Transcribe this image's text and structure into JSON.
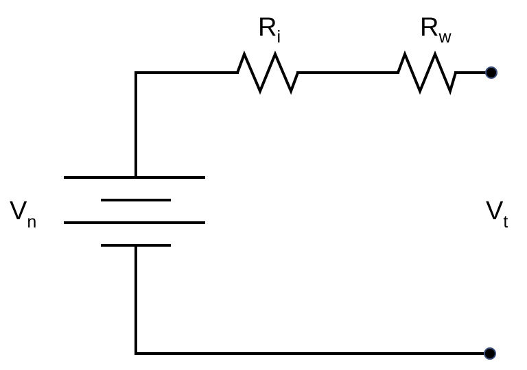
{
  "labels": {
    "internal_resistance": {
      "main": "R",
      "sub": "i"
    },
    "wire_resistance": {
      "main": "R",
      "sub": "w"
    },
    "source_voltage": {
      "main": "V",
      "sub": "n"
    },
    "terminal_voltage": {
      "main": "V",
      "sub": "t"
    }
  },
  "colors": {
    "line": "#000000",
    "terminal_fill": "#000000",
    "terminal_stroke": "#3a4f7a",
    "background": "#ffffff"
  }
}
